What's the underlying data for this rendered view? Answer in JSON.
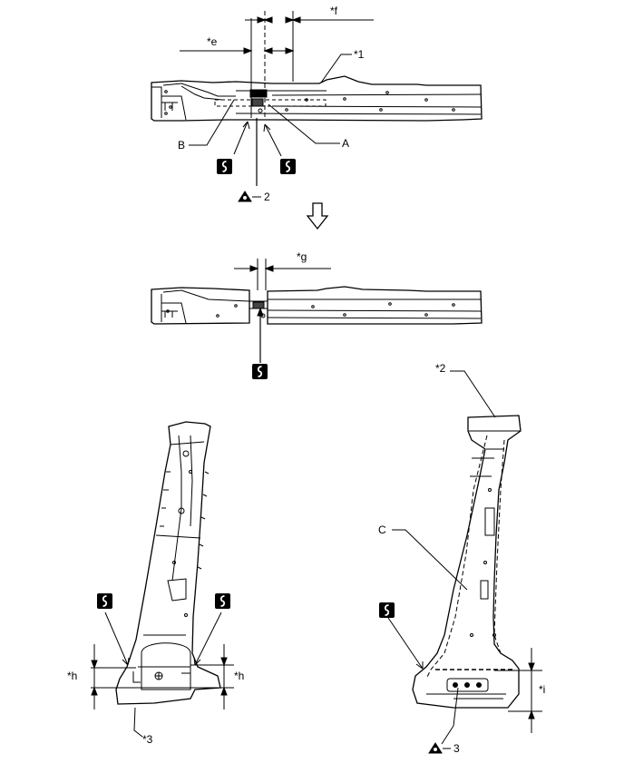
{
  "labels": {
    "dim_e": "*e",
    "dim_f": "*f",
    "dim_g": "*g",
    "dim_h_left": "*h",
    "dim_h_right": "*h",
    "dim_i": "*i",
    "part_1": "*1",
    "part_2": "*2",
    "part_3": "*3",
    "point_a": "A",
    "point_b": "B",
    "point_c": "C"
  },
  "callouts": {
    "num_2": "2",
    "num_3": "3"
  },
  "icons": {
    "weld_badge": "s-weld-icon",
    "torch_symbol": "weld-point-triangle-icon",
    "arrow": "down-arrow-icon"
  },
  "colors": {
    "line": "#000000",
    "background": "#ffffff",
    "dimension": "#000000"
  }
}
